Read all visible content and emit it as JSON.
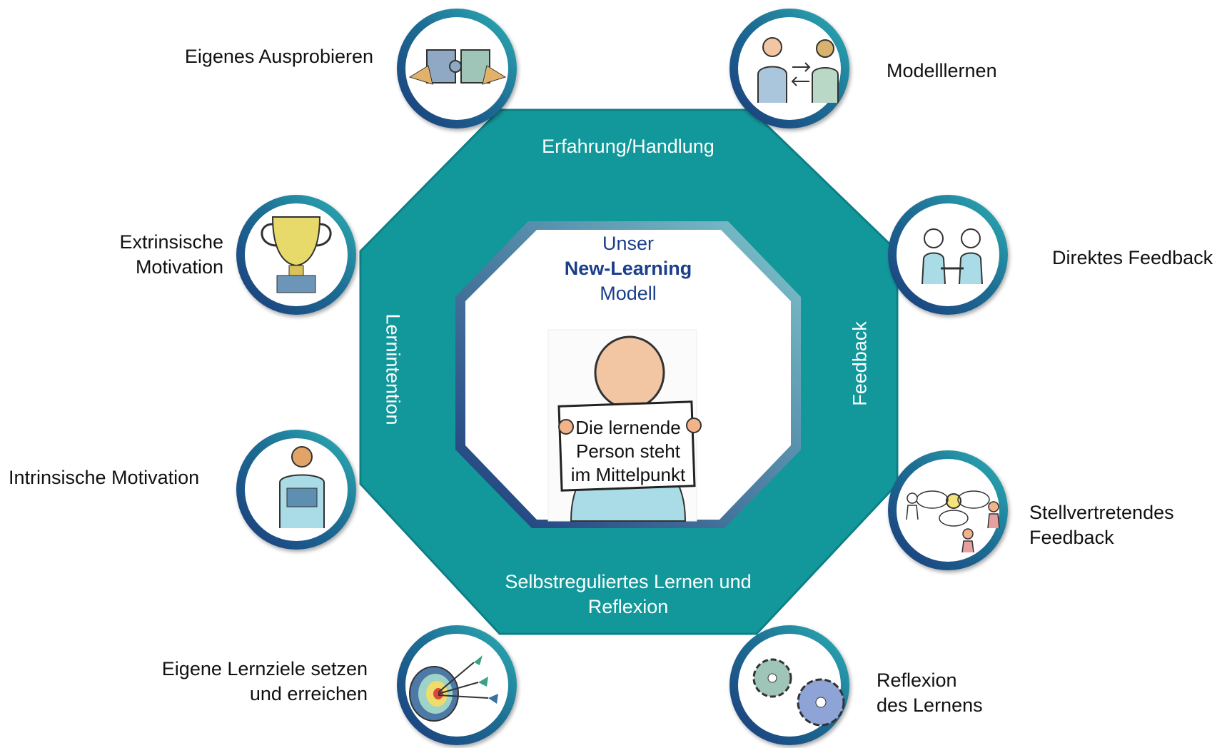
{
  "center": {
    "title_line1": "Unser",
    "title_line2": "New-Learning",
    "title_line3": "Modell",
    "sign_line1": "Die lernende",
    "sign_line2": "Person steht",
    "sign_line3": "im Mittelpunkt"
  },
  "bands": {
    "top": "Erfahrung/Handlung",
    "left": "Lernintention",
    "right": "Feedback",
    "bottom_line1": "Selbstreguliertes Lernen und",
    "bottom_line2": "Reflexion"
  },
  "nodes": {
    "eigenes_ausprobieren": {
      "label": "Eigenes Ausprobieren",
      "icon": "puzzle-icon"
    },
    "modelllernen": {
      "label": "Modelllernen",
      "icon": "two-people-exchange-icon"
    },
    "extrinsische": {
      "label_line1": "Extrinsische",
      "label_line2": "Motivation",
      "icon": "trophy-icon"
    },
    "direktes_feedback": {
      "label": "Direktes Feedback",
      "icon": "handshake-icon"
    },
    "intrinsische": {
      "label": "Intrinsische Motivation",
      "icon": "person-open-door-icon"
    },
    "stellvertretendes": {
      "label_line1": "Stellvertretendes",
      "label_line2": "Feedback",
      "icon": "group-idea-icon"
    },
    "lernziele": {
      "label_line1": "Eigene Lernziele setzen",
      "label_line2": "und erreichen",
      "icon": "target-arrows-icon"
    },
    "reflexion": {
      "label_line1": "Reflexion",
      "label_line2": "des Lernens",
      "icon": "gears-icon"
    }
  },
  "colors": {
    "teal": "#12989b",
    "navy": "#1b3a7a",
    "center_text": "#1b3f8b",
    "white": "#ffffff"
  }
}
